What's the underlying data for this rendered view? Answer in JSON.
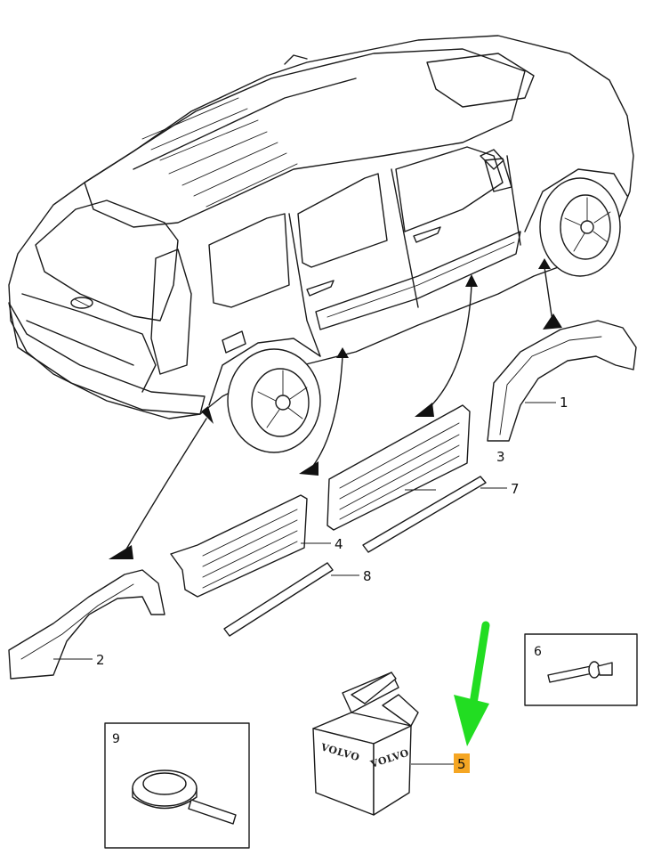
{
  "diagram": {
    "callouts": {
      "c1": "1",
      "c2": "2",
      "c3": "3",
      "c4": "4",
      "c5": "5",
      "c6": "6",
      "c7": "7",
      "c8": "8",
      "c9": "9"
    },
    "box_brand_text": "VOLVO",
    "colors": {
      "highlight": "#f5a623",
      "pointer_arrow": "#22dd22",
      "line": "#1a1a1a"
    }
  }
}
